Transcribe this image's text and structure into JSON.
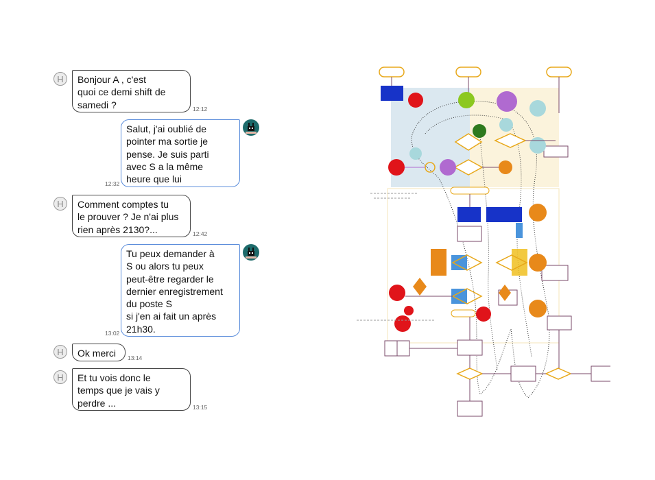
{
  "chat": {
    "messages": [
      {
        "side": "in",
        "avatar": "H",
        "text": "Bonjour A     , c'est\nquoi ce demi shift de\nsamedi ?",
        "time": "12:12"
      },
      {
        "side": "out",
        "avatar": "bunny-avatar",
        "text": "Salut, j'ai oublié de\npointer ma sortie je\npense. Je suis parti\navec S         a la même\nheure que lui",
        "time": "12:32"
      },
      {
        "side": "in",
        "avatar": "H",
        "text": "Comment comptes tu\nle prouver ? Je n'ai plus\nrien après 2130?...",
        "time": "12:42"
      },
      {
        "side": "out",
        "avatar": "bunny-avatar",
        "text": "Tu peux demander à\nS         ou alors tu peux\npeut-être regarder le\ndernier enregistrement\n            du poste S\nsi j'en ai fait un après\n21h30.",
        "time": "13:02"
      },
      {
        "side": "in",
        "avatar": "H",
        "text": "Ok merci",
        "time": "13:14"
      },
      {
        "side": "in",
        "avatar": "H",
        "text": "Et tu vois donc le\ntemps que je vais y\nperdre ...",
        "time": "13:15"
      }
    ]
  },
  "diagram": {
    "description": "Flowchart overlaid with a pixelated line-drawing of a hunched figure; labels are illegible/blurred",
    "colors": {
      "red": "#e0141a",
      "orange": "#e8891a",
      "blue": "#1733c8",
      "lightblue": "#4a94dc",
      "purple": "#b06ad0",
      "green": "#8cc820",
      "darkgreen": "#2e7a1e",
      "teal": "#a8d8dc",
      "yellow": "#f0c020",
      "outline": "#7a4a6a",
      "gold": "#e8a81a"
    }
  }
}
